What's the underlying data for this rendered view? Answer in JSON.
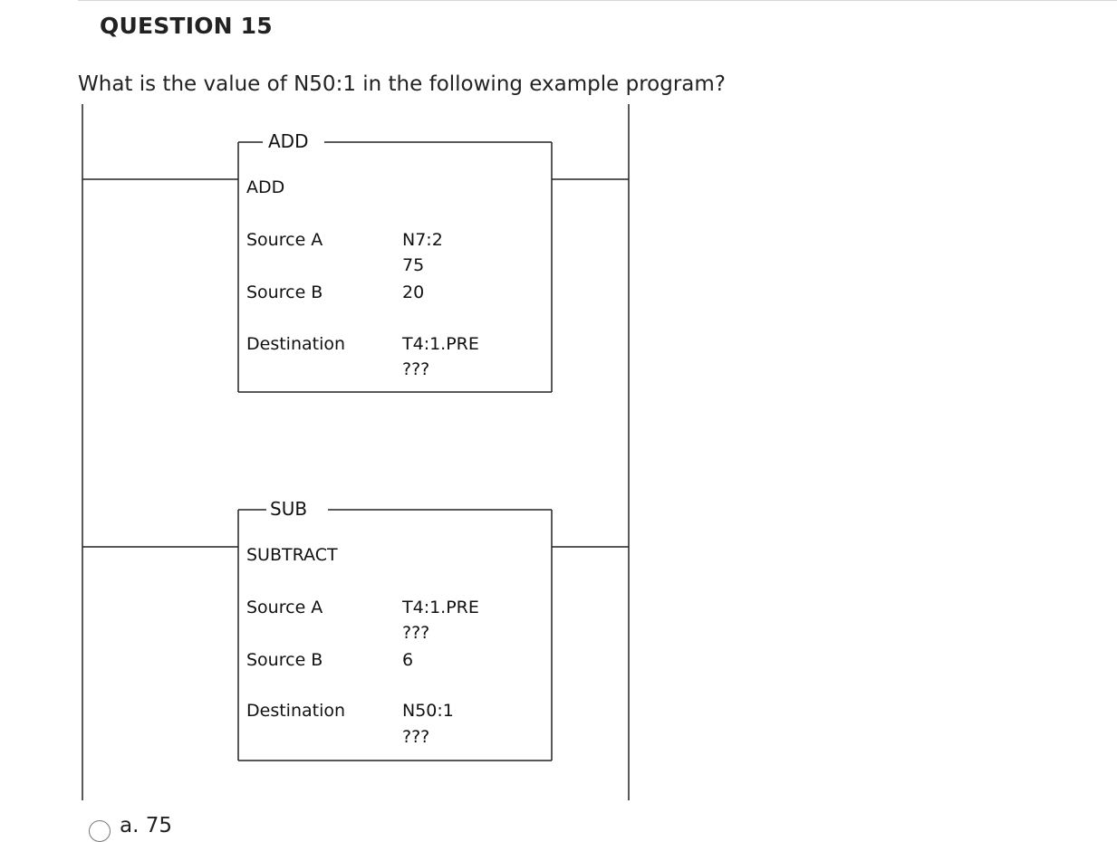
{
  "question": {
    "heading": "QUESTION 15",
    "text": "What is the value of N50:1 in the following example program?"
  },
  "ladder": {
    "rung1": {
      "tag": "ADD",
      "name": "ADD",
      "source_a_label": "Source A",
      "source_a_addr": "N7:2",
      "source_a_value": "75",
      "source_b_label": "Source B",
      "source_b_value": "20",
      "dest_label": "Destination",
      "dest_addr": "T4:1.PRE",
      "dest_value": "???"
    },
    "rung2": {
      "tag": "SUB",
      "name": "SUBTRACT",
      "source_a_label": "Source A",
      "source_a_addr": "T4:1.PRE",
      "source_a_value": "???",
      "source_b_label": "Source B",
      "source_b_value": "6",
      "dest_label": "Destination",
      "dest_addr": "N50:1",
      "dest_value": "???"
    }
  },
  "answers": [
    {
      "label": "a. 75"
    }
  ]
}
